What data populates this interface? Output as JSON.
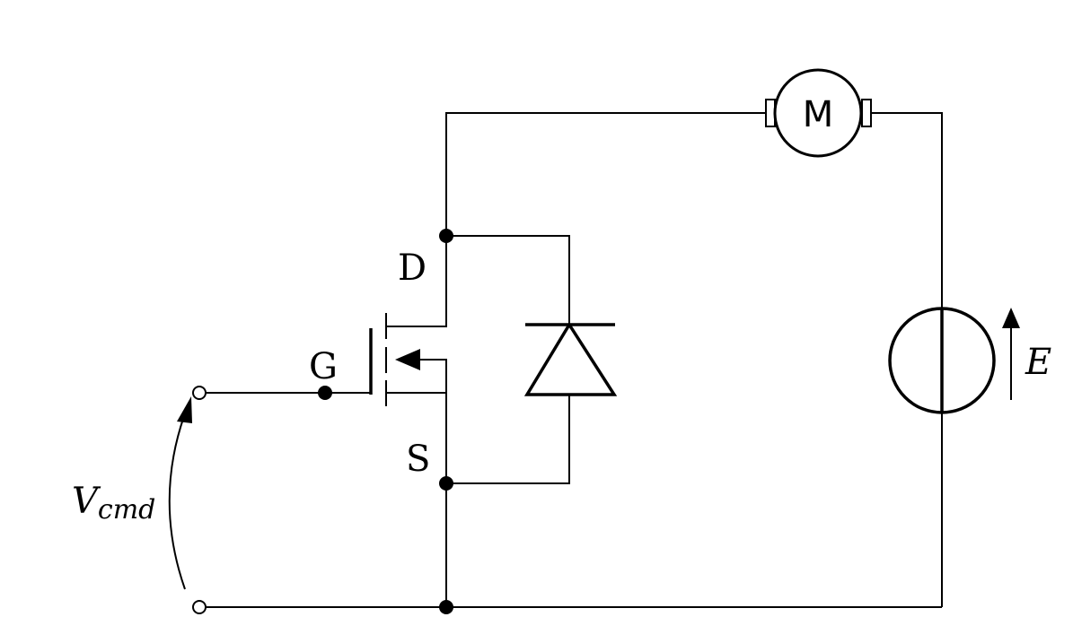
{
  "labels": {
    "drain": "D",
    "gate": "G",
    "source": "S",
    "motor": "M",
    "source_voltage": "E",
    "command_voltage_main": "V",
    "command_voltage_sub": "cmd"
  }
}
